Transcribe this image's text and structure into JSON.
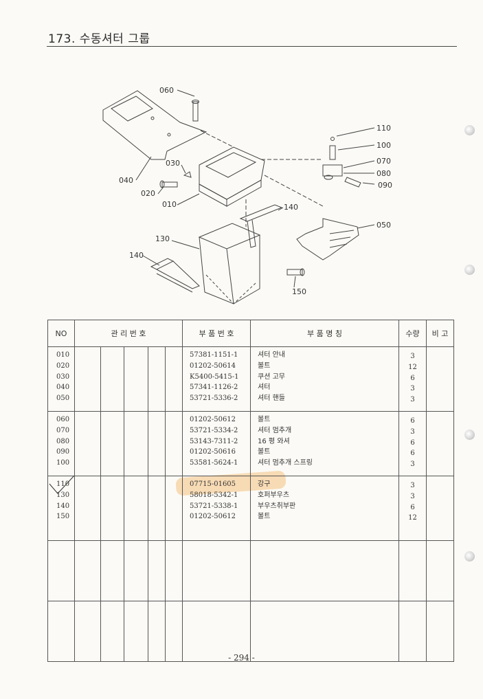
{
  "page": {
    "title": "173. 수동셔터 그룹",
    "page_number": "- 294 -"
  },
  "diagram": {
    "callouts": [
      "060",
      "040",
      "030",
      "020",
      "010",
      "110",
      "100",
      "070",
      "080",
      "090",
      "140",
      "050",
      "130",
      "140",
      "150"
    ]
  },
  "table": {
    "headers": {
      "no": "NO",
      "mgmt": "관 리 번 호",
      "part_no": "부 품 번 호",
      "part_name": "부 품 명 칭",
      "qty": "수량",
      "remarks": "비 고"
    },
    "groups": [
      {
        "rows": [
          {
            "no": "010",
            "part_no": "57381-1151-1",
            "name": "셔터 안내",
            "qty": "3"
          },
          {
            "no": "020",
            "part_no": "01202-50614",
            "name": "볼트",
            "qty": "12"
          },
          {
            "no": "030",
            "part_no": "K5400-5415-1",
            "name": "쿠션 고무",
            "qty": "6"
          },
          {
            "no": "040",
            "part_no": "57341-1126-2",
            "name": "셔터",
            "qty": "3"
          },
          {
            "no": "050",
            "part_no": "53721-5336-2",
            "name": "셔터 핸들",
            "qty": "3"
          }
        ]
      },
      {
        "rows": [
          {
            "no": "060",
            "part_no": "01202-50612",
            "name": "볼트",
            "qty": "6"
          },
          {
            "no": "070",
            "part_no": "53721-5334-2",
            "name": "셔터 멈추개",
            "qty": "3"
          },
          {
            "no": "080",
            "part_no": "53143-7311-2",
            "name": "16 평 와셔",
            "qty": "6"
          },
          {
            "no": "090",
            "part_no": "01202-50616",
            "name": "볼트",
            "qty": "6"
          },
          {
            "no": "100",
            "part_no": "53581-5624-1",
            "name": "셔터 멈추개 스프링",
            "qty": "3"
          }
        ]
      },
      {
        "rows": [
          {
            "no": "110",
            "part_no": "07715-01605",
            "name": "강구",
            "qty": "3"
          },
          {
            "no": "130",
            "part_no": "58018-5342-1",
            "name": "호퍼부우츠",
            "qty": "3"
          },
          {
            "no": "140",
            "part_no": "53721-5338-1",
            "name": "부우츠취부판",
            "qty": "6"
          },
          {
            "no": "150",
            "part_no": "01202-50612",
            "name": "볼트",
            "qty": "12"
          }
        ]
      }
    ]
  }
}
